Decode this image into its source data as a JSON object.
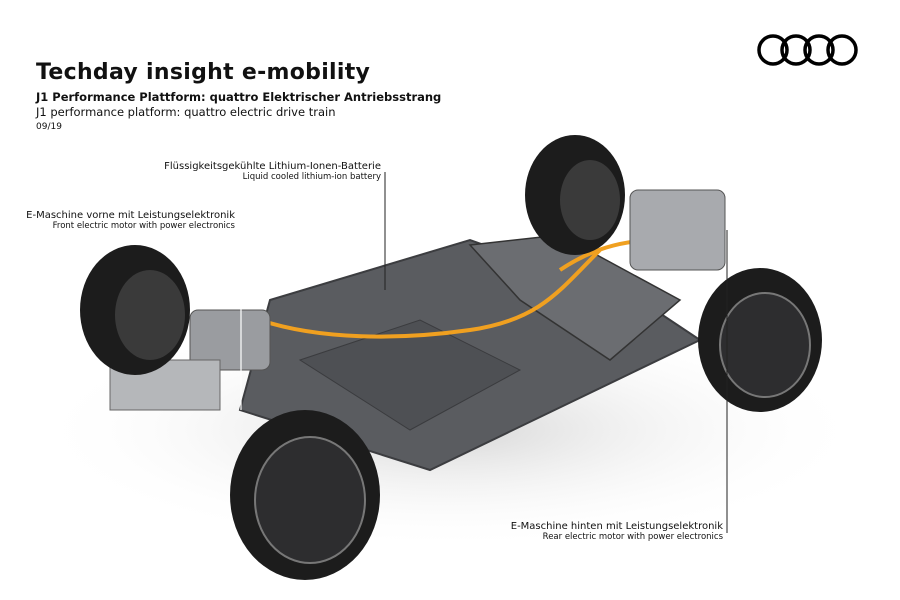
{
  "header": {
    "title": "Techday insight e-mobility",
    "subtitle_de": "J1 Performance Plattform: quattro Elektrischer Antriebsstrang",
    "subtitle_en": "J1 performance platform: quattro electric drive train",
    "date": "09/19"
  },
  "logo": {
    "name": "audi-rings-logo",
    "color": "#000000"
  },
  "callouts": [
    {
      "de": "Flüssigkeitsgekühlte Lithium-Ionen-Batterie",
      "en": "Liquid cooled lithium-ion battery"
    },
    {
      "de": "E-Maschine vorne mit Leistungselektronik",
      "en": "Front electric motor with power electronics"
    },
    {
      "de": "E-Maschine hinten mit Leistungselektronik",
      "en": "Rear electric motor with power electronics"
    }
  ],
  "colors": {
    "battery": "#5a5c60",
    "cable": "#f0a020",
    "tire": "#1c1c1c"
  }
}
